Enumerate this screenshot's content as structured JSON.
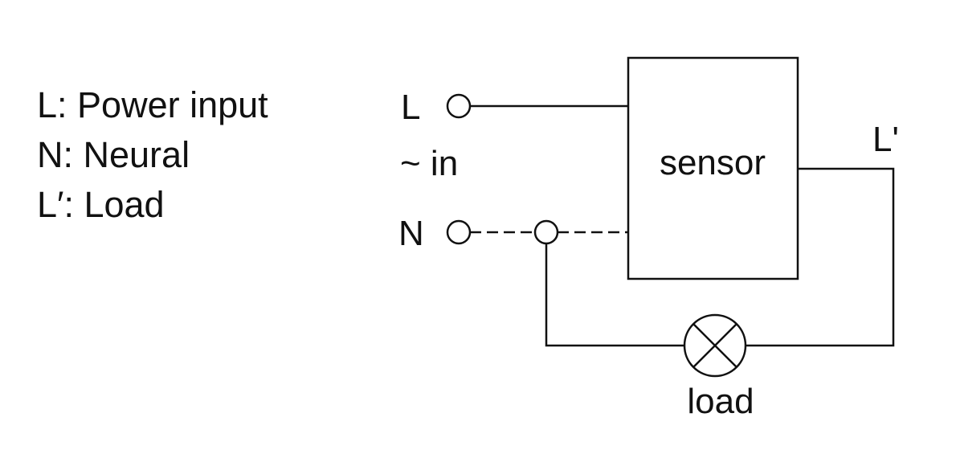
{
  "legend": {
    "items": [
      "L: Power input",
      "N: Neural",
      "L′: Load"
    ]
  },
  "terminals": {
    "line_label": "L",
    "input_label": "~ in",
    "neutral_label": "N"
  },
  "sensor": {
    "label": "sensor"
  },
  "output": {
    "label": "L'"
  },
  "load": {
    "label": "load"
  },
  "colors": {
    "stroke": "#111111",
    "background": "#ffffff"
  }
}
